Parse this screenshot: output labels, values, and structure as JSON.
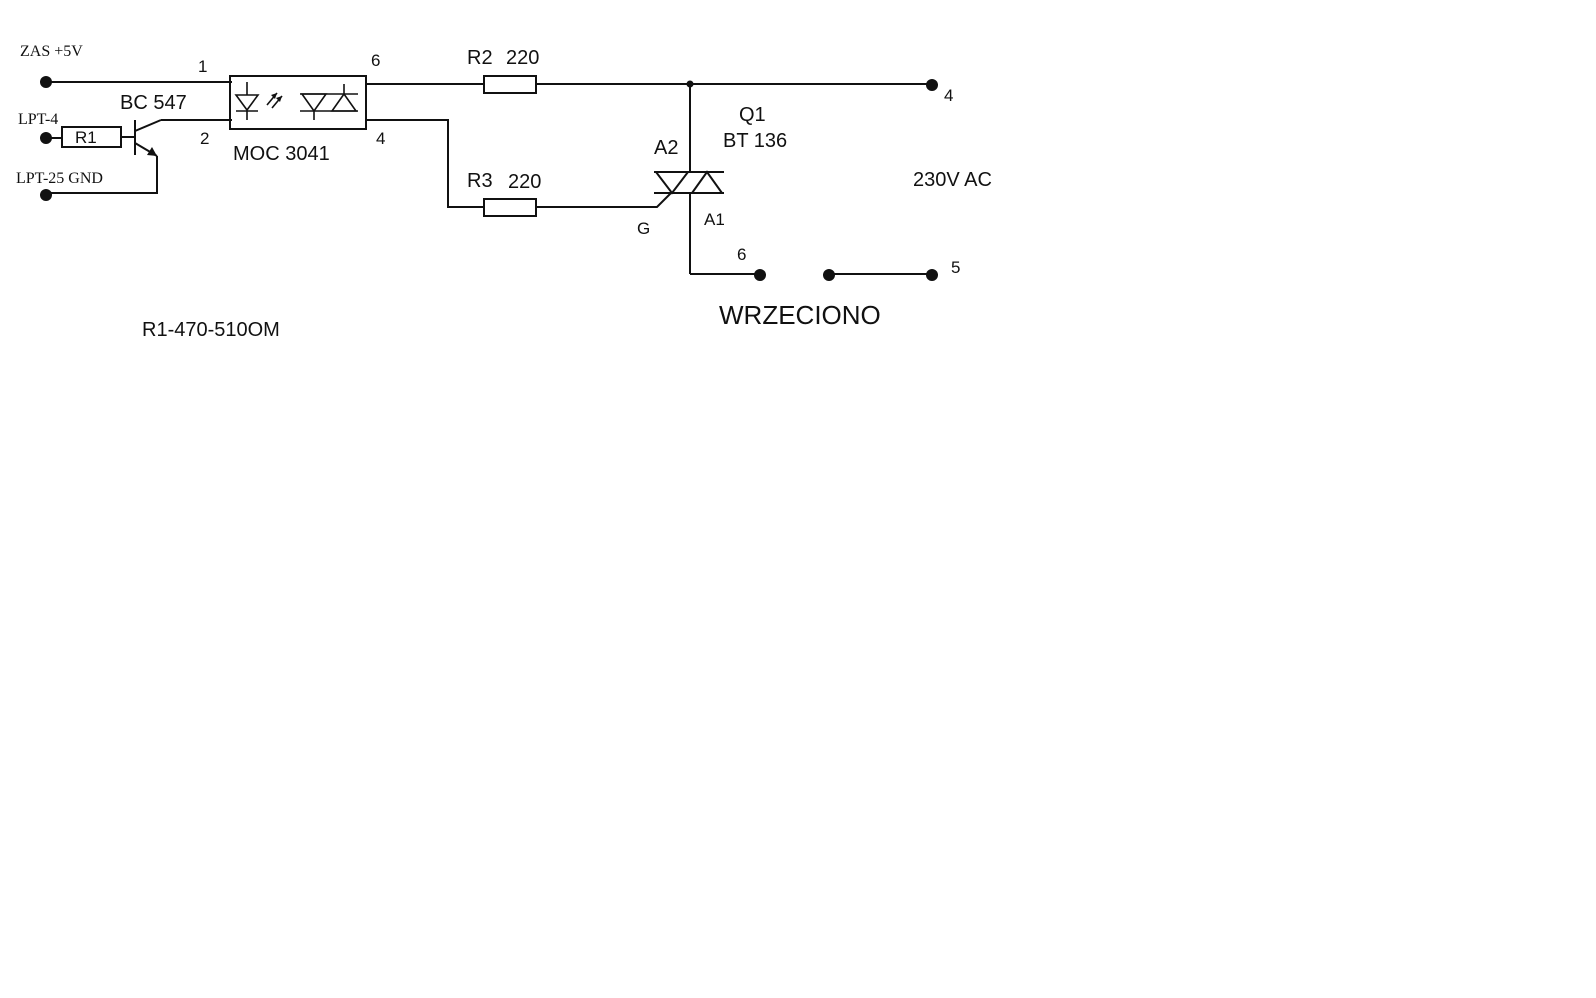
{
  "terminals": {
    "supply": "ZAS +5V",
    "lpt4": "LPT-4",
    "lpt25": "LPT-25 GND"
  },
  "components": {
    "r1": "R1",
    "transistor": "BC 547",
    "optocoupler": "MOC 3041",
    "r2_name": "R2",
    "r2_value": "220",
    "r3_name": "R3",
    "r3_value": "220",
    "triac_name": "Q1",
    "triac_part": "BT 136",
    "a2": "A2",
    "a1": "A1",
    "gate": "G"
  },
  "pins": {
    "opto_pin1": "1",
    "opto_pin2": "2",
    "opto_pin6": "6",
    "opto_pin4": "4",
    "out4": "4",
    "out6": "6",
    "out5": "5"
  },
  "notes": {
    "mains": "230V AC",
    "load": "WRZECIONO",
    "r1_value": "R1-470-510OM"
  }
}
